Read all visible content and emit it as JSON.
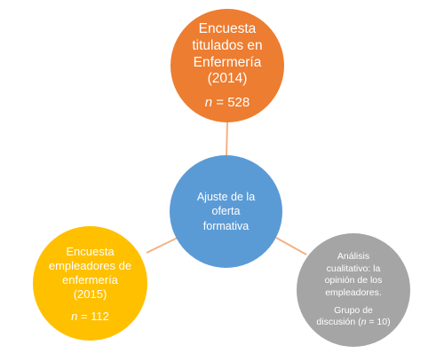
{
  "nodes": {
    "survey_graduates": {
      "title": "Encuesta\ntitulados en\nEnfermería\n(2014)",
      "sample_var": "n",
      "sample_rest": " = 528",
      "color": "#ed7d31"
    },
    "center": {
      "title": "Ajuste de la\noferta\nformativa",
      "color": "#5b9bd5"
    },
    "survey_employers": {
      "title": "Encuesta\nempleadores de\nenfermería\n(2015)",
      "sample_var": "n",
      "sample_rest": " = 112",
      "color": "#ffc000"
    },
    "qualitative": {
      "title": "Análisis\ncualitativo: la\nopinión de los\nempleadores.",
      "sample_pre": "Grupo de\ndiscusión (",
      "sample_var": "n",
      "sample_rest": " = 10)",
      "color": "#a5a5a5"
    }
  },
  "connector_color": "#f4b183"
}
